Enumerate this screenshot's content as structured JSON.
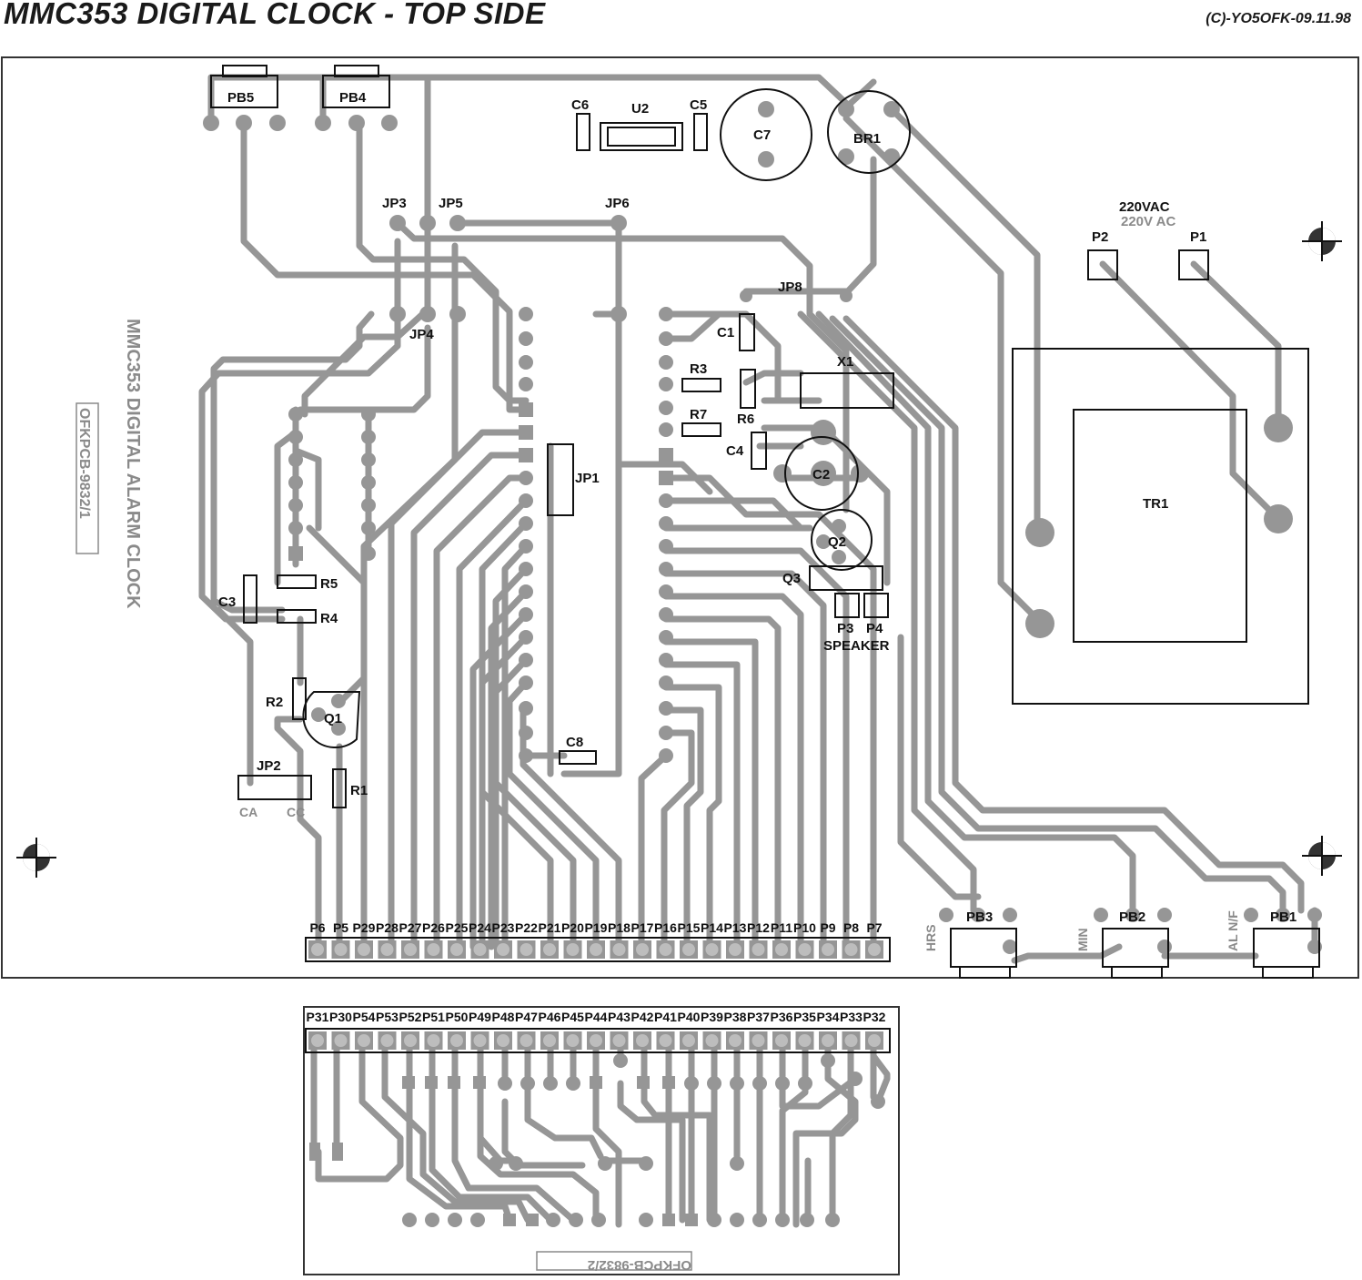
{
  "header": {
    "title": "MMC353 DIGITAL CLOCK - TOP SIDE",
    "copyright": "(C)-YO5OFK-09.11.98"
  },
  "colors": {
    "trace": "#969696",
    "outline": "#333333",
    "text": "#111111",
    "silk_gray": "#8a8a8a"
  },
  "board_main": {
    "side_label_1": "MMC353 DIGITAL ALARM CLOCK",
    "side_label_2": "OFKPCB-9832/1",
    "mains_label_1": "220VAC",
    "mains_label_2": "220V AC",
    "speaker_label": "SPEAKER",
    "component_labels": [
      "PB5",
      "PB4",
      "C6",
      "U2",
      "C5",
      "C7",
      "BR1",
      "JP3",
      "JP5",
      "JP6",
      "JP8",
      "JP4",
      "P2",
      "P1",
      "C1",
      "R3",
      "X1",
      "R7",
      "R6",
      "C4",
      "C2",
      "JP1",
      "Q2",
      "Q3",
      "P3",
      "P4",
      "R5",
      "R4",
      "C3",
      "R2",
      "Q1",
      "C8",
      "JP2",
      "R1",
      "TR1",
      "PB3",
      "PB2",
      "PB1"
    ],
    "jp2_sublabels": [
      "CA",
      "CC"
    ],
    "switch_function_labels": [
      "HRS",
      "MIN",
      "AL N/F"
    ],
    "edge_pins": [
      "P6",
      "P5",
      "P29",
      "P28",
      "P27",
      "P26",
      "P25",
      "P24",
      "P23",
      "P22",
      "P21",
      "P20",
      "P19",
      "P18",
      "P17",
      "P16",
      "P15",
      "P14",
      "P13",
      "P12",
      "P11",
      "P10",
      "P9",
      "P8",
      "P7"
    ]
  },
  "board_display": {
    "edge_pins": [
      "P31",
      "P30",
      "P54",
      "P53",
      "P52",
      "P51",
      "P50",
      "P49",
      "P48",
      "P47",
      "P46",
      "P45",
      "P44",
      "P43",
      "P42",
      "P41",
      "P40",
      "P39",
      "P38",
      "P37",
      "P36",
      "P35",
      "P34",
      "P33",
      "P32"
    ],
    "label": "OFKPCB-9832/2"
  }
}
